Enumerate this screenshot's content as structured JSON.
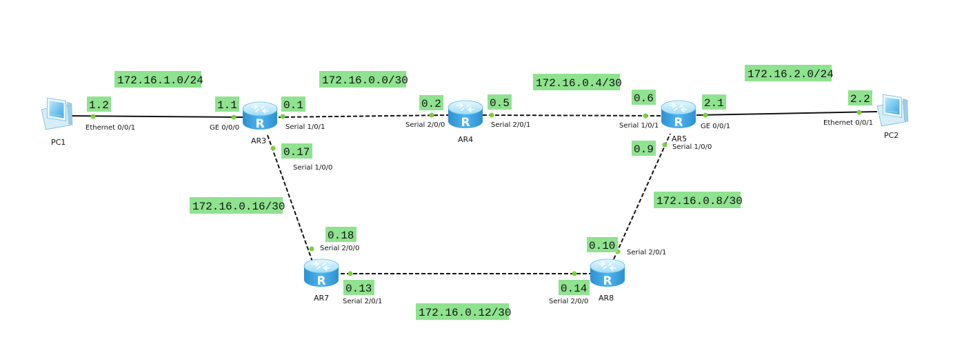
{
  "colors": {
    "label_bg": "#8fe28f",
    "link": "#111111",
    "endpoint": "#7ccf3c",
    "router_top": "#bfeeff",
    "router_side": "#3aa7e6",
    "pc_screen": "#6fc8f2"
  },
  "devices": {
    "pc1": {
      "label": "PC1",
      "icon": "pc-icon"
    },
    "ar3": {
      "label": "AR3",
      "icon": "router-icon",
      "glyph": "R"
    },
    "ar4": {
      "label": "AR4",
      "icon": "router-icon",
      "glyph": "R"
    },
    "ar5": {
      "label": "AR5",
      "icon": "router-icon",
      "glyph": "R"
    },
    "ar7": {
      "label": "AR7",
      "icon": "router-icon",
      "glyph": "R"
    },
    "ar8": {
      "label": "AR8",
      "icon": "router-icon",
      "glyph": "R"
    },
    "pc2": {
      "label": "PC2",
      "icon": "pc-icon"
    }
  },
  "links": [
    {
      "name": "pc1-ar3",
      "style": "solid"
    },
    {
      "name": "ar3-ar4",
      "style": "dashed"
    },
    {
      "name": "ar4-ar5",
      "style": "dashed"
    },
    {
      "name": "ar5-pc2",
      "style": "solid"
    },
    {
      "name": "ar3-ar7",
      "style": "dashed"
    },
    {
      "name": "ar7-ar8",
      "style": "dashed"
    },
    {
      "name": "ar8-ar5",
      "style": "dashed"
    }
  ],
  "networks": {
    "net_pc1_ar3": "172.16.1.0/24",
    "net_ar3_ar4": "172.16.0.0/30",
    "net_ar4_ar5": "172.16.0.4/30",
    "net_ar5_pc2": "172.16.2.0/24",
    "net_ar3_ar7": "172.16.0.16/30",
    "net_ar5_ar8": "172.16.0.8/30",
    "net_ar7_ar8": "172.16.0.12/30"
  },
  "addresses": {
    "pc1": "1.2",
    "ar3_ge": "1.1",
    "ar3_s101": "0.1",
    "ar3_s100": "0.17",
    "ar4_s200": "0.2",
    "ar4_s201": "0.5",
    "ar5_s101": "0.6",
    "ar5_ge": "2.1",
    "ar5_s100": "0.9",
    "pc2": "2.2",
    "ar7_s200": "0.18",
    "ar7_s201": "0.13",
    "ar8_s201": "0.10",
    "ar8_s200": "0.14"
  },
  "ports": {
    "pc1_eth": "Ethernet 0/0/1",
    "ar3_ge": "GE 0/0/0",
    "ar3_s101": "Serial 1/0/1",
    "ar3_s100": "Serial 1/0/0",
    "ar4_s200": "Serial 2/0/0",
    "ar4_s201": "Serial 2/0/1",
    "ar5_s101": "Serial 1/0/1",
    "ar5_ge": "GE 0/0/1",
    "ar5_s100": "Serial 1/0/0",
    "pc2_eth": "Ethernet 0/0/1",
    "ar7_s200": "Serial 2/0/0",
    "ar7_s201": "Serial 2/0/1",
    "ar8_s201": "Serial 2/0/1",
    "ar8_s200": "Serial 2/0/0"
  }
}
